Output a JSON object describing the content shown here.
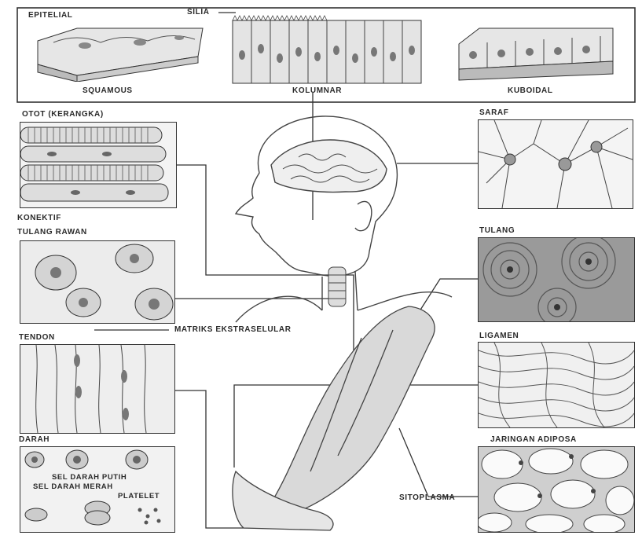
{
  "labels": {
    "epitelial": "EPITELIAL",
    "silia": "SILIA",
    "squamous": "SQUAMOUS",
    "kolumnar": "KOLUMNAR",
    "kuboidal": "KUBOIDAL",
    "otot": "OTOT (KERANGKA)",
    "saraf": "SARAF",
    "konektif": "KONEKTIF",
    "tulang_rawan": "TULANG RAWAN",
    "tulang": "TULANG",
    "matriks": "MATRIKS EKSTRASELULAR",
    "tendon": "TENDON",
    "ligamen": "LIGAMEN",
    "darah": "DARAH",
    "sel_darah_putih": "SEL DARAH PUTIH",
    "sel_darah_merah": "SEL DARAH MERAH",
    "platelet": "PLATELET",
    "jaringan_adiposa": "JARINGAN ADIPOSA",
    "sitoplasma": "SITOPLASMA"
  },
  "colors": {
    "ink": "#2a2a2a",
    "tissue_fill": "#e9e9e9",
    "dark_fill": "#9a9a9a"
  }
}
